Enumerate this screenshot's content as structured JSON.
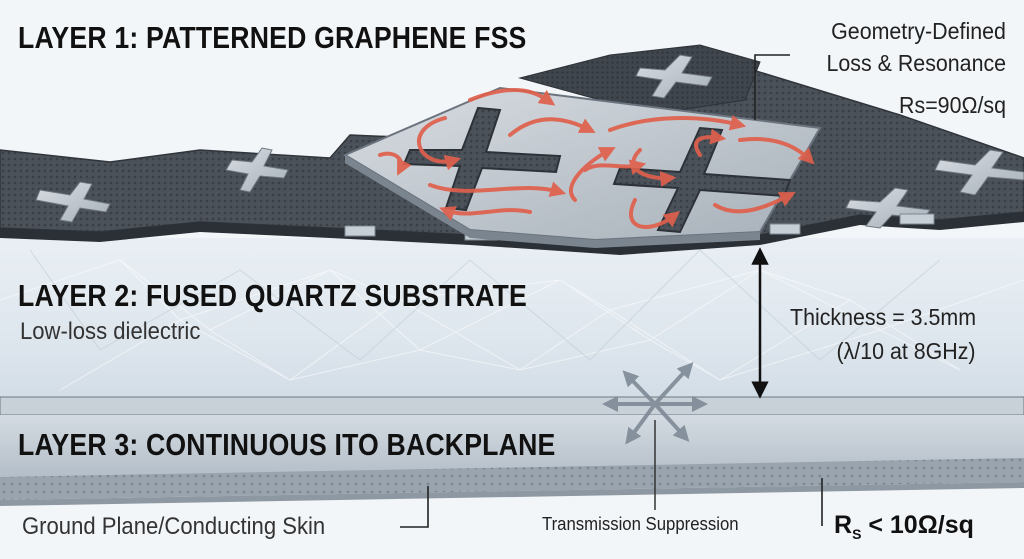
{
  "layers": {
    "layer1": {
      "title": "LAYER 1: PATTERNED GRAPHENE FSS",
      "annotation_line1": "Geometry-Defined",
      "annotation_line2": "Loss & Resonance",
      "sheet_resistance": "Rs=90Ω/sq"
    },
    "layer2": {
      "title": "LAYER 2: FUSED QUARTZ SUBSTRATE",
      "subtitle": "Low-loss dielectric",
      "thickness": "Thickness = 3.5mm",
      "thickness_note": "(λ/10 at 8GHz)"
    },
    "layer3": {
      "title": "LAYER 3: CONTINUOUS ITO BACKPLANE",
      "ground_label": "Ground Plane/Conducting Skin",
      "transmission_label": "Transmission Suppression",
      "rs_prefix": "R",
      "rs_sub": "S",
      "rs_value": " < 10Ω/sq"
    }
  },
  "colors": {
    "graphene": "#4a5058",
    "current_arrows": "#e0604c",
    "quartz": "#e4ebf1",
    "ito": "#c3ccd5"
  }
}
